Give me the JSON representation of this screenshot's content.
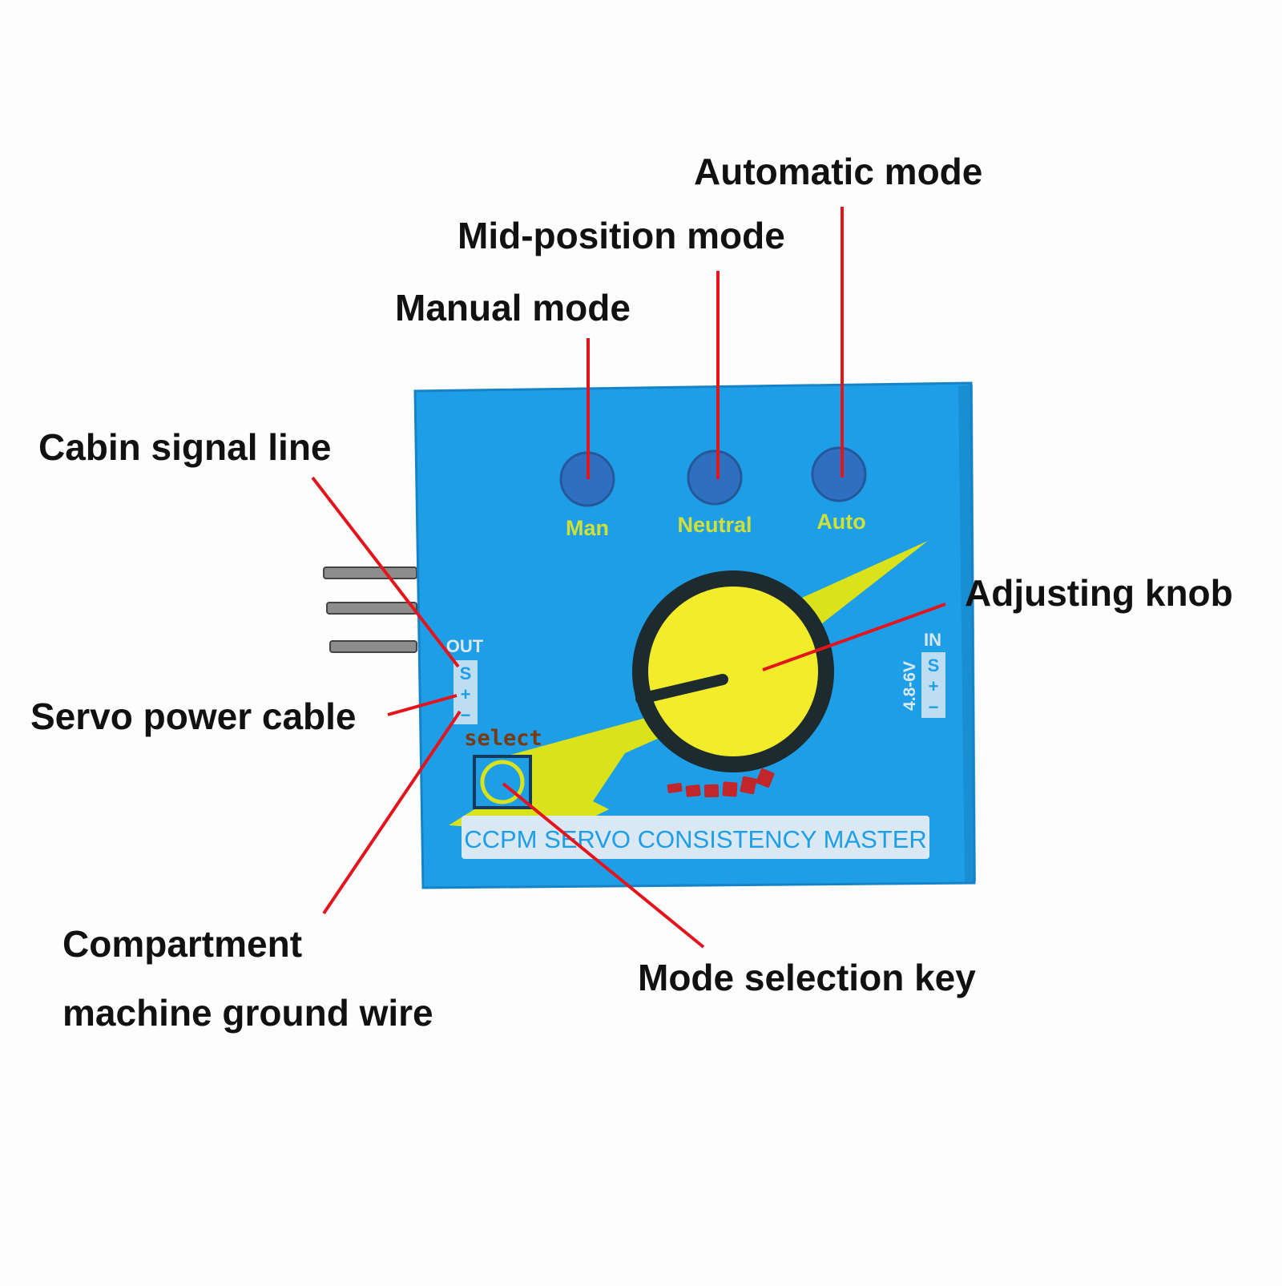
{
  "callouts": {
    "automatic_mode": "Automatic mode",
    "mid_position_mode": "Mid-position mode",
    "manual_mode": "Manual mode",
    "cabin_signal_line": "Cabin signal line",
    "adjusting_knob": "Adjusting knob",
    "servo_power_cable": "Servo power cable",
    "compartment_ground_line1": "Compartment",
    "compartment_ground_line2": "machine ground wire",
    "mode_selection_key": "Mode selection key"
  },
  "device": {
    "led_labels": {
      "man": "Man",
      "neutral": "Neutral",
      "auto": "Auto"
    },
    "out_header": "OUT",
    "out_pins": {
      "s": "S",
      "plus": "+",
      "minus": "−"
    },
    "in_header": "IN",
    "in_pins": {
      "s": "S",
      "plus": "+",
      "minus": "−"
    },
    "voltage": "4.8-6V",
    "select_label": "select",
    "brand_banner": "CCPM SERVO CONSISTENCY MASTER"
  },
  "colors": {
    "body_blue": "#1e9ee6",
    "body_blue_dark": "#1683c6",
    "bolt_yellow": "#d9e21a",
    "knob_yellow": "#f2ec2a",
    "knob_ring": "#1d2a2e",
    "led_blue": "#2f6fc0",
    "label_yellow": "#cfe03a",
    "leader_red": "#e3141c",
    "callout_text": "#111111",
    "banner_bg": "#d9e8f3",
    "banner_text": "#1e9ee6"
  }
}
